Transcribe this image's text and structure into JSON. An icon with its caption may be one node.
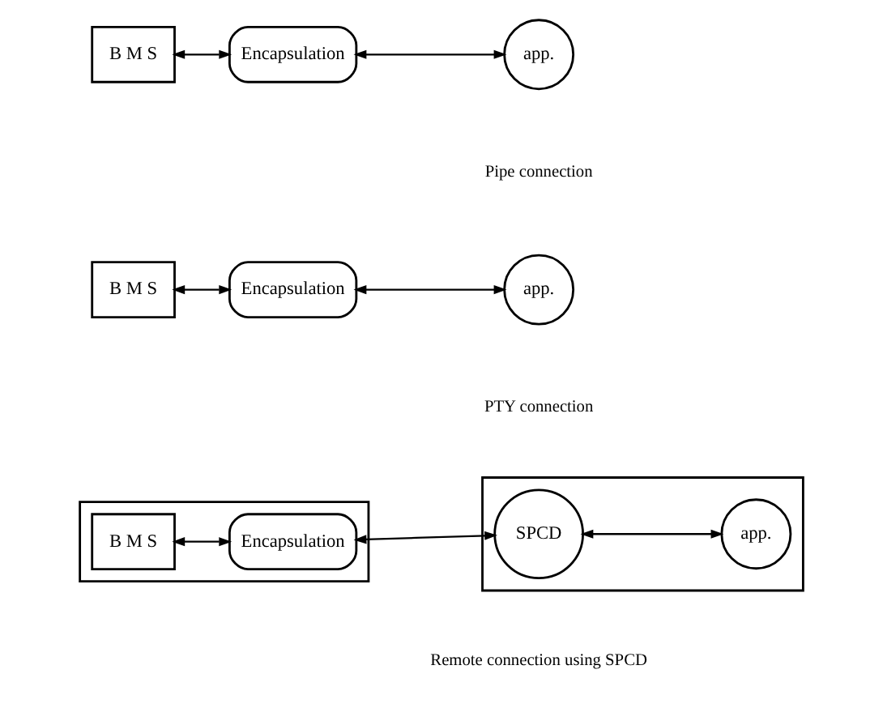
{
  "diagram": {
    "nodes": [
      {
        "text": [
          "B M S"
        ]
      },
      {
        "text": [
          "Encapsulation"
        ]
      },
      {
        "text": [
          "app."
        ]
      },
      {
        "text": [
          "B M S"
        ]
      },
      {
        "text": [
          "Encapsulation"
        ]
      },
      {
        "text": [
          "app."
        ]
      },
      {
        "text": [],
        "shape": "box"
      },
      {
        "text": [
          "B M S"
        ],
        "in": 6
      },
      {
        "text": [
          "Encapsulation"
        ],
        "in": 6
      },
      {
        "text": [],
        "shape": "box"
      },
      {
        "text": [
          "SPCD"
        ],
        "in": 9
      },
      {
        "text": [
          "app."
        ],
        "in": 9
      }
    ],
    "edges": [
      {
        "from": 0,
        "to": 1,
        "arrow": "both"
      },
      {
        "from": 1,
        "to": 2,
        "arrow": "both"
      },
      {
        "from": 3,
        "to": 4,
        "arrow": "both"
      },
      {
        "from": 4,
        "to": 5,
        "arrow": "both"
      },
      {
        "from": 7,
        "to": 8,
        "arrow": "both"
      },
      {
        "from": 8,
        "to": 10,
        "arrow": "both"
      },
      {
        "from": 10,
        "to": 11,
        "arrow": "both"
      }
    ],
    "labels": [
      "Pipe connection",
      "PTY connection",
      "Remote connection using SPCD"
    ]
  }
}
